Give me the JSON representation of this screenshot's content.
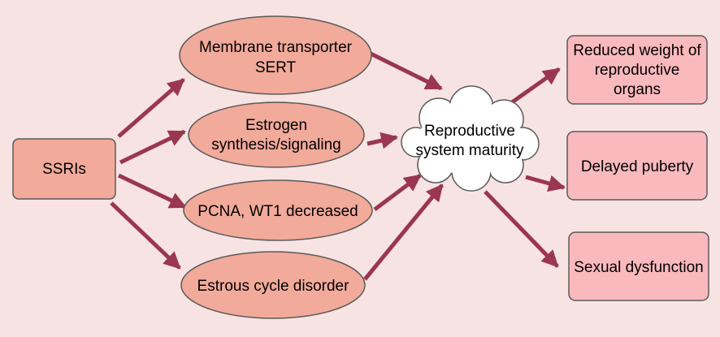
{
  "colors": {
    "background": "#f8e3e3",
    "node_fill": "#f2aa9a",
    "outcome_fill": "#f9b9bd",
    "cloud_fill": "#ffffff",
    "stroke": "#5a5a5a",
    "arrow": "#9b3650"
  },
  "nodes": {
    "ssris": {
      "label": "SSRIs"
    },
    "membrane": {
      "line1": "Membrane transporter",
      "line2": "SERT"
    },
    "estrogen": {
      "line1": "Estrogen",
      "line2": "synthesis/signaling"
    },
    "pcna": {
      "label": "PCNA, WT1 decreased"
    },
    "estrous": {
      "label": "Estrous cycle disorder"
    },
    "maturity": {
      "line1": "Reproductive",
      "line2": "system maturity"
    },
    "reduced_weight": {
      "line1": "Reduced weight of",
      "line2": "reproductive",
      "line3": "organs"
    },
    "delayed_puberty": {
      "label": "Delayed puberty"
    },
    "sexual_dysfunction": {
      "label": "Sexual dysfunction"
    }
  }
}
